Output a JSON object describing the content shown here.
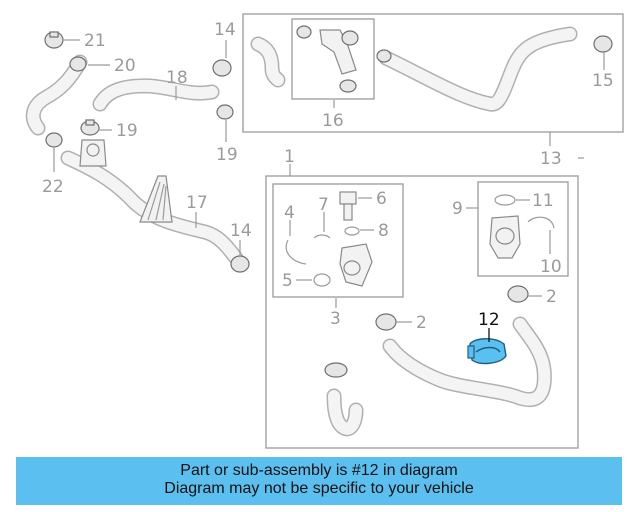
{
  "labels": {
    "l1": "1",
    "l2a": "2",
    "l2b": "2",
    "l3": "3",
    "l4": "4",
    "l5": "5",
    "l6": "6",
    "l7": "7",
    "l8": "8",
    "l9": "9",
    "l10": "10",
    "l11": "11",
    "l12": "12",
    "l13": "13",
    "l14a": "14",
    "l14b": "14",
    "l15": "15",
    "l16": "16",
    "l17": "17",
    "l18": "18",
    "l19a": "19",
    "l19b": "19",
    "l20": "20",
    "l21": "21",
    "l22": "22"
  },
  "highlight": {
    "part_number": "12",
    "color": "#5bc0f0"
  },
  "footer": {
    "line1": "Part or sub-assembly is #12 in diagram",
    "line2": "Diagram may not be specific to your vehicle",
    "background": "#5bc0f0"
  }
}
